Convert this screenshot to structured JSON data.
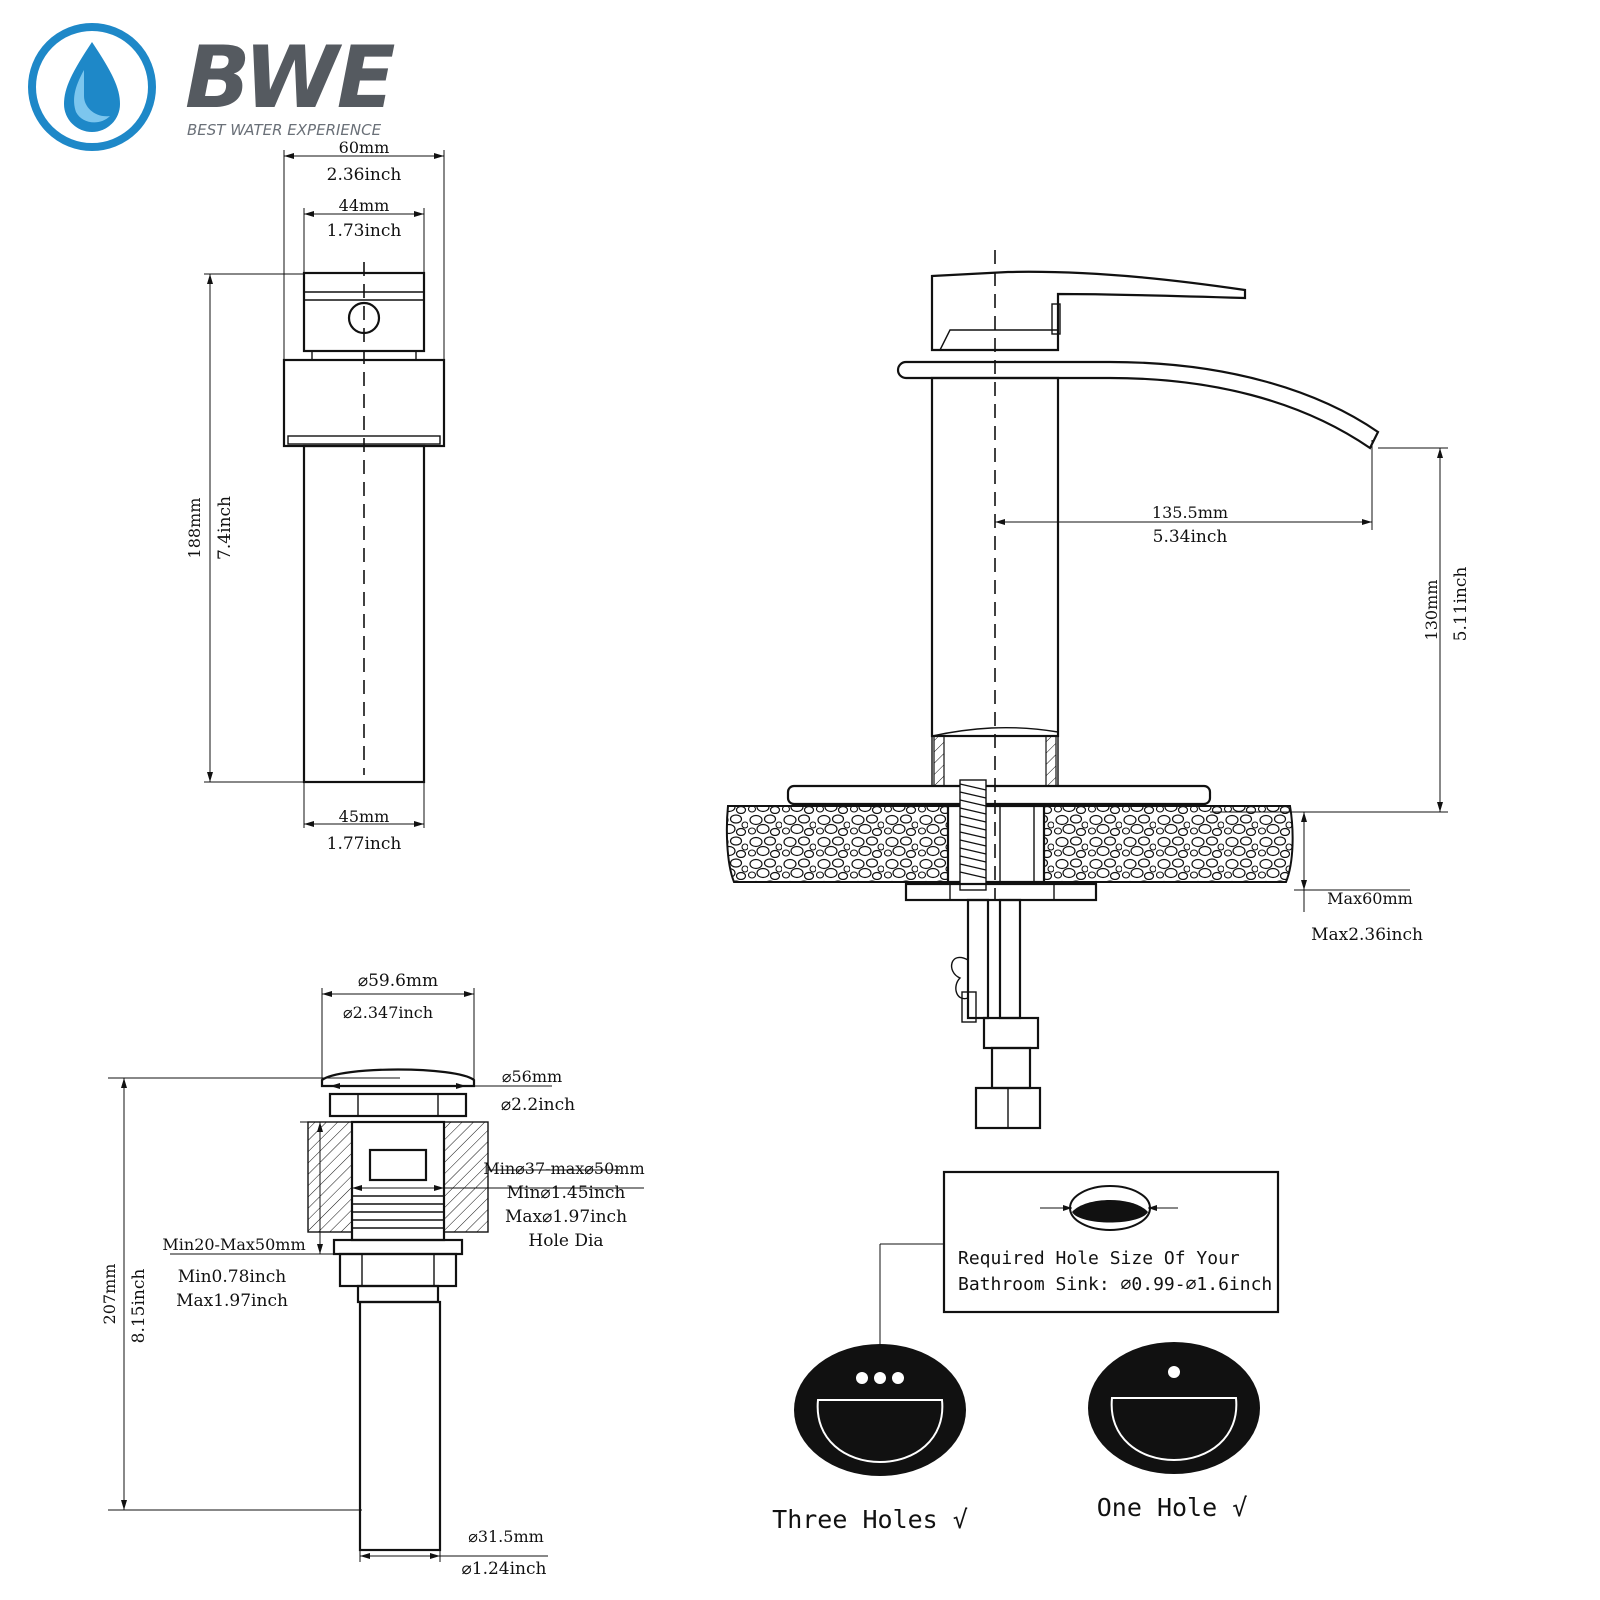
{
  "brand": {
    "name": "BWE",
    "tagline": "BEST WATER EXPERIENCE",
    "colors": {
      "drop": "#1e88c8",
      "drop_light": "#7cc6ee",
      "text": "#555a60",
      "tagline": "#6a7078"
    }
  },
  "faucet_front": {
    "top_width_mm": "60mm",
    "top_width_in": "2.36inch",
    "handle_width_mm": "44mm",
    "handle_width_in": "1.73inch",
    "height_mm": "188mm",
    "height_in": "7.4inch",
    "base_width_mm": "45mm",
    "base_width_in": "1.77inch"
  },
  "faucet_side": {
    "reach_mm": "135.5mm",
    "reach_in": "5.34inch",
    "spout_height_mm": "130mm",
    "spout_height_in": "5.11inch",
    "deck_max_mm": "Max60mm",
    "deck_max_in": "Max2.36inch"
  },
  "drain": {
    "cap_dia_mm": "⌀59.6mm",
    "cap_dia_in": "⌀2.347inch",
    "flange_dia_mm": "⌀56mm",
    "flange_dia_in": "⌀2.2inch",
    "hole_range_mm": "Min⌀37-max⌀50mm",
    "hole_min_in": "Min⌀1.45inch",
    "hole_max_in": "Max⌀1.97inch",
    "hole_label": "Hole Dia",
    "thickness_mm": "Min20-Max50mm",
    "thickness_min_in": "Min0.78inch",
    "thickness_max_in": "Max1.97inch",
    "height_mm": "207mm",
    "height_in": "8.15inch",
    "tail_dia_mm": "⌀31.5mm",
    "tail_dia_in": "⌀1.24inch"
  },
  "hole_note": {
    "line1": "Required Hole Size Of Your",
    "line2": "Bathroom Sink: ⌀0.99-⌀1.6inch"
  },
  "sinks": {
    "three_holes": "Three Holes √",
    "one_hole": "One Hole  √"
  }
}
